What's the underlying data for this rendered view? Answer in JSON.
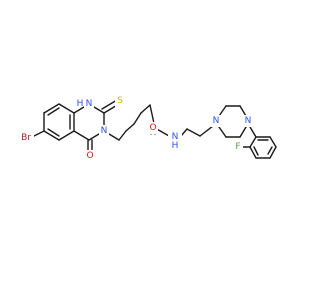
{
  "atoms": {
    "br": "Br",
    "h": "H",
    "n1": "N",
    "n3": "N",
    "s": "S",
    "o_ring": "O",
    "o_amide": "O",
    "n_amide": "N",
    "h_amide": "H",
    "n_pip1": "N",
    "n_pip2": "N",
    "f": "F"
  },
  "colors": {
    "bond": "#1a1a1a",
    "carbon_text": "#1a1a1a",
    "nitrogen": "#3050f8",
    "oxygen": "#ff0d0d",
    "sulfur": "#c8b400",
    "bromine": "#a62929",
    "fluorine": "#5fa040"
  }
}
